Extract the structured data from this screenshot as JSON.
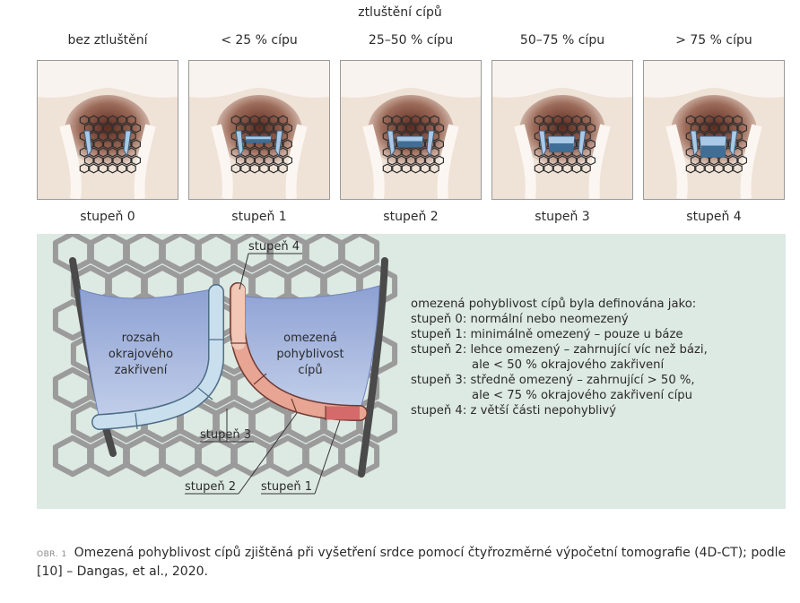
{
  "header": {
    "title": "ztluštění cípů"
  },
  "columns": [
    {
      "label": "bez ztluštění",
      "grade": "stupeň 0",
      "fill": 0
    },
    {
      "label": "< 25 % cípu",
      "grade": "stupeň 1",
      "fill": 0.15
    },
    {
      "label": "25–50 % cípu",
      "grade": "stupeň 2",
      "fill": 0.37
    },
    {
      "label": "50–75 % cípu",
      "grade": "stupeň 3",
      "fill": 0.62
    },
    {
      "label": "> 75 % cípu",
      "grade": "stupeň 4",
      "fill": 0.88
    }
  ],
  "diagram": {
    "left_leaflet_label": [
      "rozsah",
      "okrajového",
      "zakřivení"
    ],
    "right_leaflet_label": [
      "omezená",
      "pohyblivost",
      "cípů"
    ],
    "callouts": {
      "g4": "stupeň 4",
      "g3": "stupeň 3",
      "g2": "stupeň 2",
      "g1": "stupeň 1"
    }
  },
  "legend": {
    "intro": "omezená pohyblivost cípů byla definována jako:",
    "items": [
      "stupeň 0: normální nebo neomezený",
      "stupeň 1: minimálně omezený – pouze u báze",
      "stupeň 2: lehce omezený – zahrnující víc než bázi,",
      "ale < 50 % okrajového zakřivení",
      "stupeň 3: středně omezený – zahrnující > 50 %,",
      "ale < 75 % okrajového zakřivení cípu",
      "stupeň 4: z větší části nepohyblivý"
    ]
  },
  "caption": {
    "tag": "OBR. 1",
    "text": "Omezená pohyblivost cípů zjištěná při vyšetření srdce pomocí čtyřrozměrné výpočetní tomografie (4D-CT); podle [10] – Dangas, et al., 2020."
  },
  "colors": {
    "green_bg": "#dde9e3",
    "leaflet_blue": "#a8b8dd",
    "arc_light_blue": "#c6dcea",
    "arc_salmon": "#e5a28e",
    "arc_red": "#d46a6a",
    "stent_grey": "#8e8e8e",
    "thick_blue": "#3f6f96"
  }
}
